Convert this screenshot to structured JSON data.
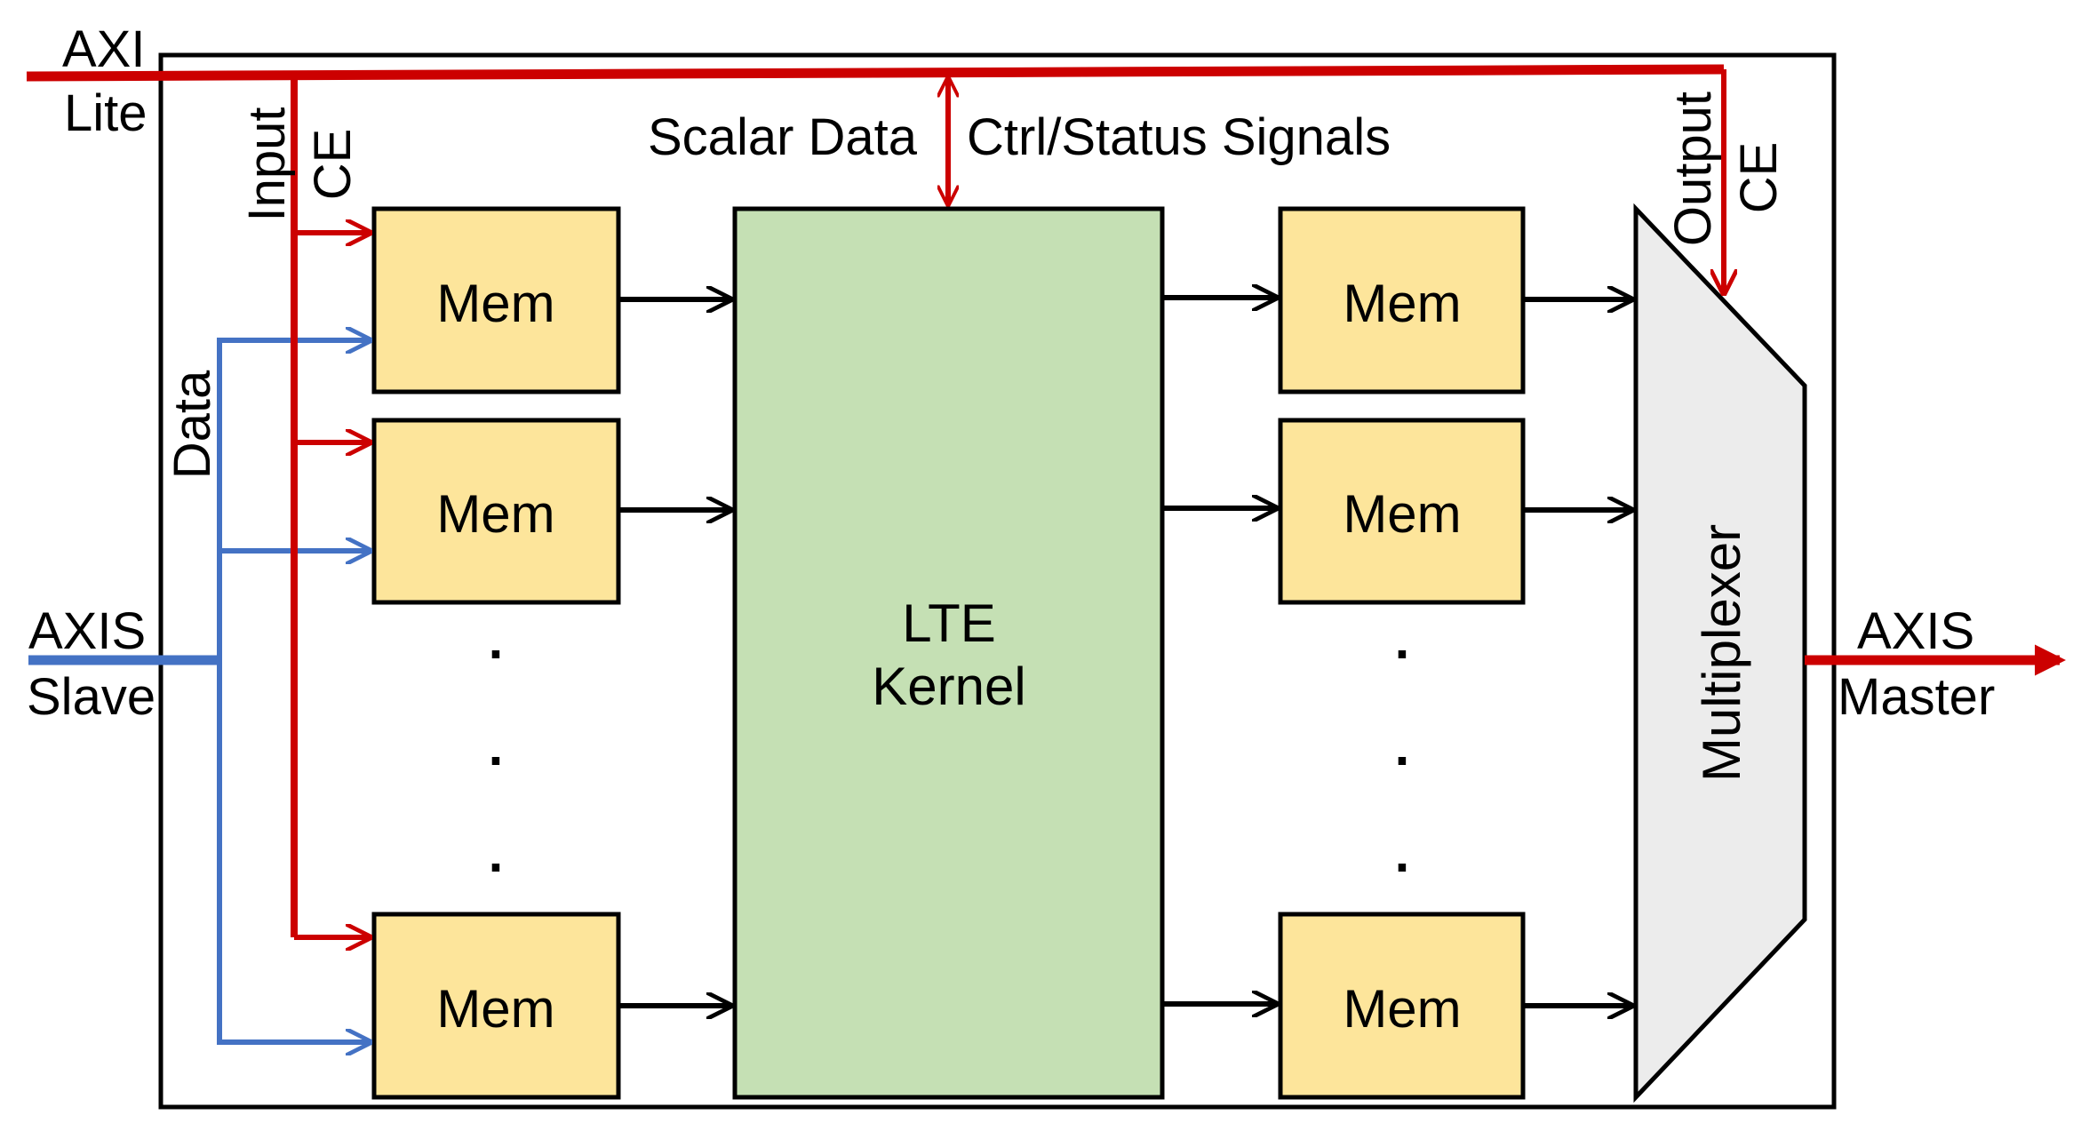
{
  "labels": {
    "axi_lite_top": "AXI",
    "axi_lite_bottom": "Lite",
    "input_ce_1": "Input",
    "input_ce_2": "CE",
    "data": "Data",
    "axis_slave_top": "AXIS",
    "axis_slave_bottom": "Slave",
    "scalar_data": "Scalar Data",
    "ctrl_status": "Ctrl/Status Signals",
    "output_ce_1": "Output",
    "output_ce_2": "CE",
    "axis_master_top": "AXIS",
    "axis_master_bottom": "Master"
  },
  "kernel": {
    "line1": "LTE",
    "line2": "Kernel"
  },
  "input_mems": [
    {
      "label": "Mem"
    },
    {
      "label": "Mem"
    },
    {
      "label": "Mem"
    }
  ],
  "output_mems": [
    {
      "label": "Mem"
    },
    {
      "label": "Mem"
    },
    {
      "label": "Mem"
    }
  ],
  "ellipsis": ".",
  "multiplexer": {
    "label": "Multiplexer"
  },
  "colors": {
    "axi_red": "#cc0000",
    "data_blue": "#4472c4",
    "mem_fill": "#fde59b",
    "kernel_fill": "#c5e0b4",
    "mux_fill": "#ececec",
    "line_black": "#000000"
  }
}
